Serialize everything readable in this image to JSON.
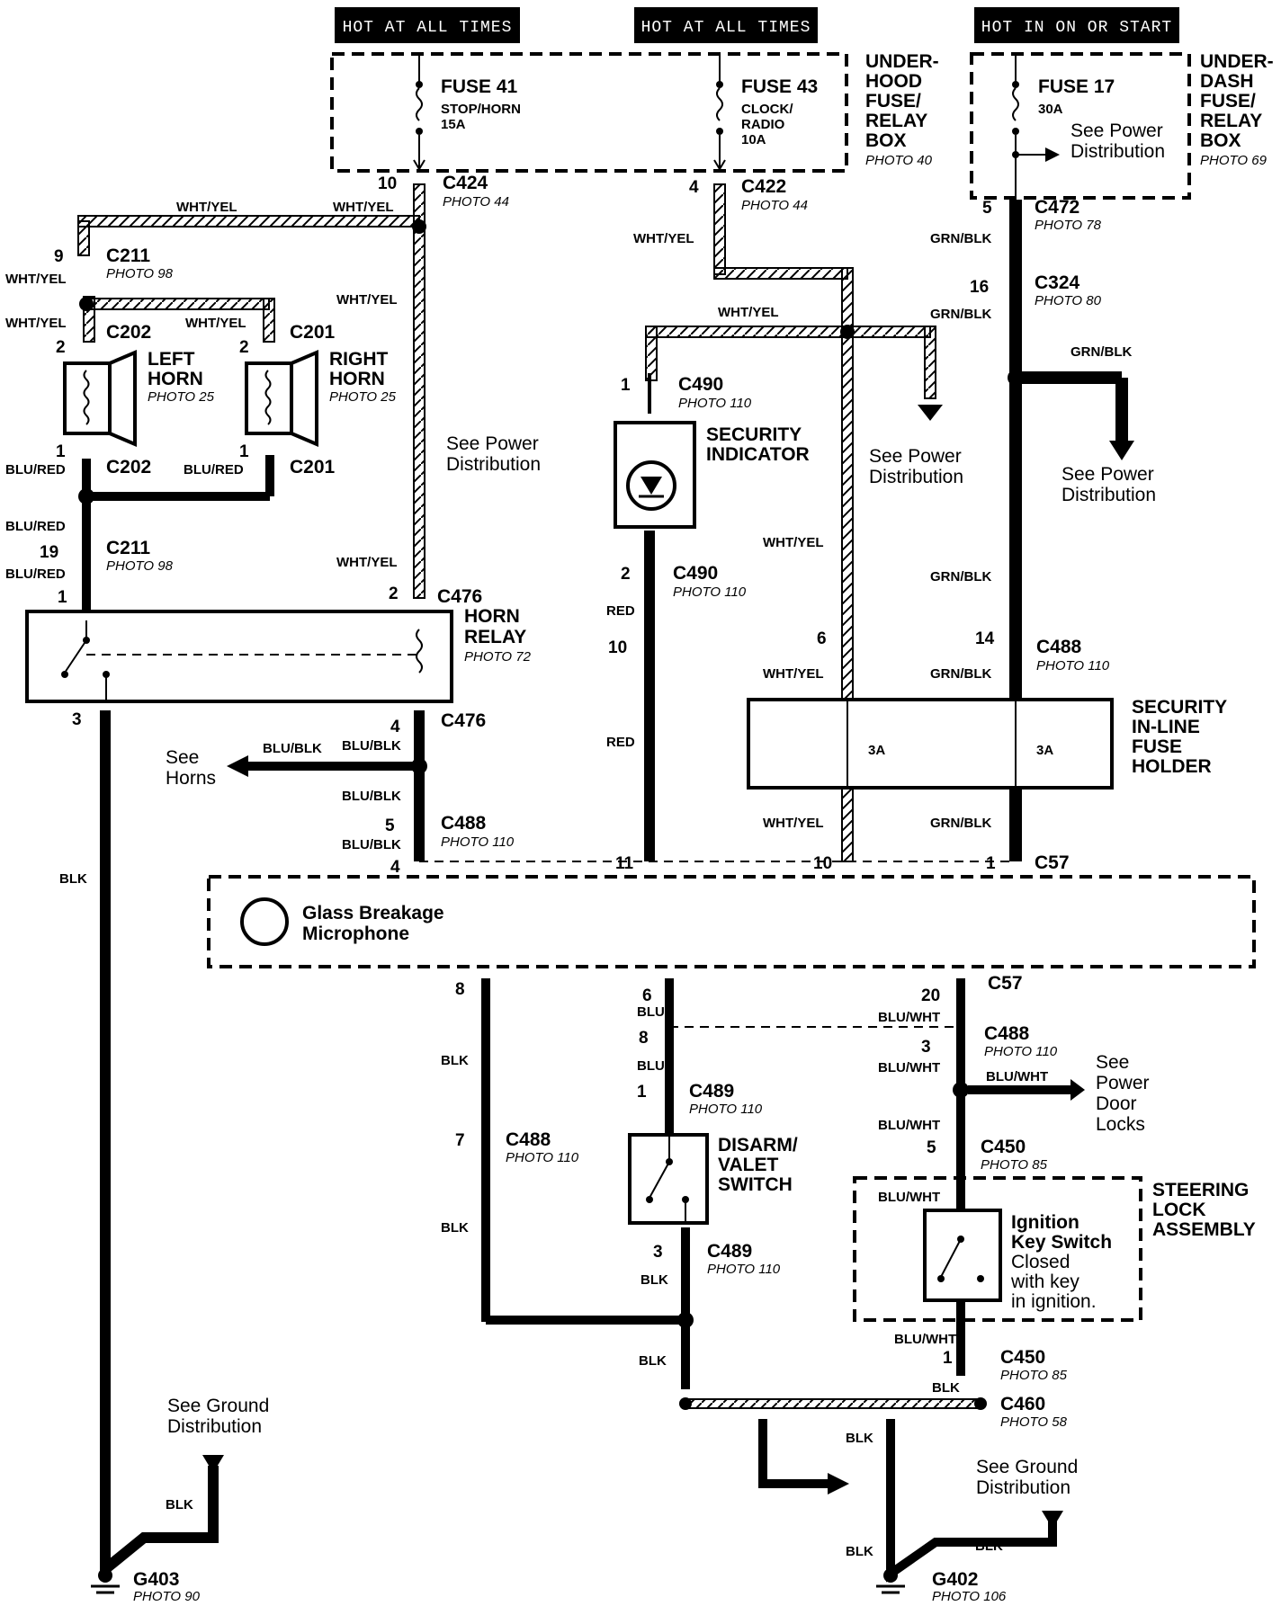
{
  "headers": {
    "hot1": "HOT AT ALL TIMES",
    "hot2": "HOT AT ALL TIMES",
    "hot3": "HOT IN ON OR START"
  },
  "fuses": {
    "f41": {
      "name": "FUSE 41",
      "desc1": "STOP/HORN",
      "desc2": "15A"
    },
    "f43": {
      "name": "FUSE 43",
      "desc1": "CLOCK/",
      "desc2": "RADIO",
      "desc3": "10A"
    },
    "f17": {
      "name": "FUSE 17",
      "desc1": "30A"
    }
  },
  "boxes": {
    "underhood": [
      "UNDER-",
      "HOOD",
      "FUSE/",
      "RELAY",
      "BOX"
    ],
    "underhood_photo": "PHOTO 40",
    "underdash": [
      "UNDER-",
      "DASH",
      "FUSE/",
      "RELAY",
      "BOX"
    ],
    "underdash_photo": "PHOTO 69"
  },
  "components": {
    "left_horn": [
      "LEFT",
      "HORN"
    ],
    "left_horn_photo": "PHOTO 25",
    "right_horn": [
      "RIGHT",
      "HORN"
    ],
    "right_horn_photo": "PHOTO 25",
    "horn_relay": [
      "HORN",
      "RELAY"
    ],
    "horn_relay_photo": "PHOTO 72",
    "security_indicator": [
      "SECURITY",
      "INDICATOR"
    ],
    "security_fuse": [
      "SECURITY",
      "IN-LINE",
      "FUSE",
      "HOLDER"
    ],
    "fuse_3a": "3A",
    "glass_mic": [
      "Glass Breakage",
      "Microphone"
    ],
    "disarm": [
      "DISARM/",
      "VALET",
      "SWITCH"
    ],
    "steering": [
      "STEERING",
      "LOCK",
      "ASSEMBLY"
    ],
    "ignition": [
      "Ignition",
      "Key Switch",
      "Closed",
      "with key",
      "in ignition."
    ]
  },
  "notes": {
    "see_power": [
      "See Power",
      "Distribution"
    ],
    "see_horns": [
      "See",
      "Horns"
    ],
    "see_ground": [
      "See Ground",
      "Distribution"
    ],
    "see_pdl": [
      "See",
      "Power",
      "Door",
      "Locks"
    ]
  },
  "connectors": {
    "c424": "C424",
    "c422": "C422",
    "c472": "C472",
    "c324": "C324",
    "c211": "C211",
    "c202": "C202",
    "c201": "C201",
    "c476": "C476",
    "c488": "C488",
    "c490": "C490",
    "c489": "C489",
    "c450": "C450",
    "c460": "C460",
    "c57": "C57",
    "g403": "G403",
    "g402": "G402"
  },
  "photos": {
    "p44": "PHOTO 44",
    "p78": "PHOTO 78",
    "p80": "PHOTO 80",
    "p98": "PHOTO 98",
    "p110": "PHOTO 110",
    "p85": "PHOTO 85",
    "p58": "PHOTO 58",
    "p90": "PHOTO 90",
    "p106": "PHOTO 106"
  },
  "wires": {
    "wy": "WHT/YEL",
    "gb": "GRN/BLK",
    "br": "BLU/RED",
    "bb": "BLU/BLK",
    "red": "RED",
    "blk": "BLK",
    "blu": "BLU",
    "bw": "BLU/WHT"
  },
  "pins": {
    "p1": "1",
    "p2": "2",
    "p3": "3",
    "p4": "4",
    "p5": "5",
    "p6": "6",
    "p7": "7",
    "p8": "8",
    "p9": "9",
    "p10": "10",
    "p11": "11",
    "p14": "14",
    "p16": "16",
    "p19": "19",
    "p20": "20"
  }
}
